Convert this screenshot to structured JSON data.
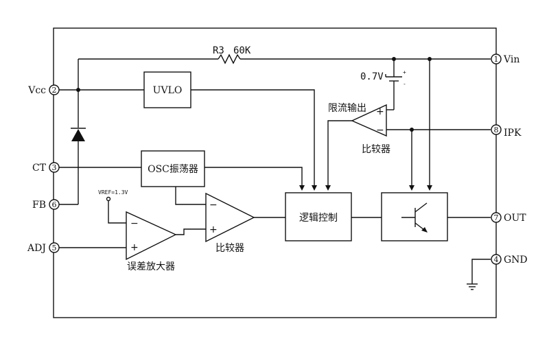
{
  "pins": {
    "vin": {
      "num": "1",
      "label": "Vin"
    },
    "vcc": {
      "num": "2",
      "label": "Vcc"
    },
    "ct": {
      "num": "3",
      "label": "CT"
    },
    "gnd": {
      "num": "4",
      "label": "GND"
    },
    "adj": {
      "num": "5",
      "label": "ADJ"
    },
    "fb": {
      "num": "6",
      "label": "FB"
    },
    "out": {
      "num": "7",
      "label": "OUT"
    },
    "ipk": {
      "num": "8",
      "label": "IPK"
    }
  },
  "resistor": {
    "name": "R3",
    "value": "60K"
  },
  "ref_voltage": "0.7V",
  "vref_label": "VREF=1.3V",
  "blocks": {
    "uvlo": "UVLO",
    "osc": "OSC振荡器",
    "logic": "逻辑控制"
  },
  "labels": {
    "current_limit": "限流输出",
    "comparator_top": "比较器",
    "comparator_mid": "比较器",
    "error_amp": "误差放大器",
    "plus": "+",
    "minus": "−"
  }
}
